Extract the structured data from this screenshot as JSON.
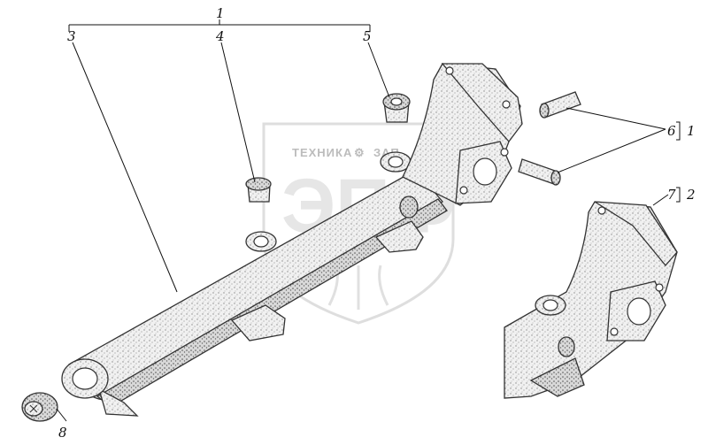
{
  "callouts": {
    "c1": "1",
    "c2": "2",
    "c3": "3",
    "c4": "4",
    "c5": "5",
    "c6": "6",
    "c7": "7",
    "c8": "8",
    "c6_group": "1",
    "c7_group": "2"
  },
  "watermark": {
    "line1_left": "ТЕХНИКА",
    "line1_right": "ЗАП",
    "logo": "ЭПФ"
  },
  "colors": {
    "ink": "#111111",
    "stipple": "#9a9a9a",
    "watermark": "#d0d0d0"
  }
}
